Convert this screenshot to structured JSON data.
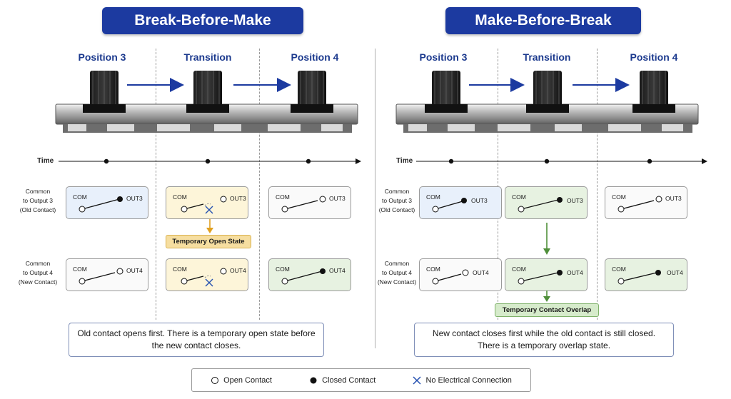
{
  "panels": {
    "left": {
      "title": "Break-Before-Make",
      "note": "Old contact opens first. There is a temporary open state before the new contact closes."
    },
    "right": {
      "title": "Make-Before-Break",
      "note": "New contact closes first while the old contact is still closed. There is a temporary overlap state."
    }
  },
  "positions": {
    "pos3": "Position 3",
    "transition": "Transition",
    "pos4": "Position 4"
  },
  "time_label": "Time",
  "rows": {
    "row3": {
      "line1": "Common",
      "line2": "to Output 3",
      "line3": "(Old Contact)"
    },
    "row4": {
      "line1": "Common",
      "line2": "to Output 4",
      "line3": "(New Contact)"
    }
  },
  "contacts": {
    "com": "COM",
    "out3": "OUT3",
    "out4": "OUT4"
  },
  "tags": {
    "open_state": "Temporary Open State",
    "overlap": "Temporary Contact Overlap"
  },
  "legend": {
    "open": "Open Contact",
    "closed": "Closed Contact",
    "no_conn": "No Electrical Connection"
  },
  "colors": {
    "banner": "#1c3aa0",
    "blue_box": "#e8f0fb",
    "yellow_box": "#fdf5d9",
    "green_box": "#e7f2e1",
    "tag_yellow": "#f6deA0",
    "tag_green": "#d6ebcb",
    "arrow_blue": "#1c3aa0",
    "arrow_yellow": "#e0a020",
    "arrow_green": "#4f8f3a",
    "x_blue": "#2450b0"
  }
}
